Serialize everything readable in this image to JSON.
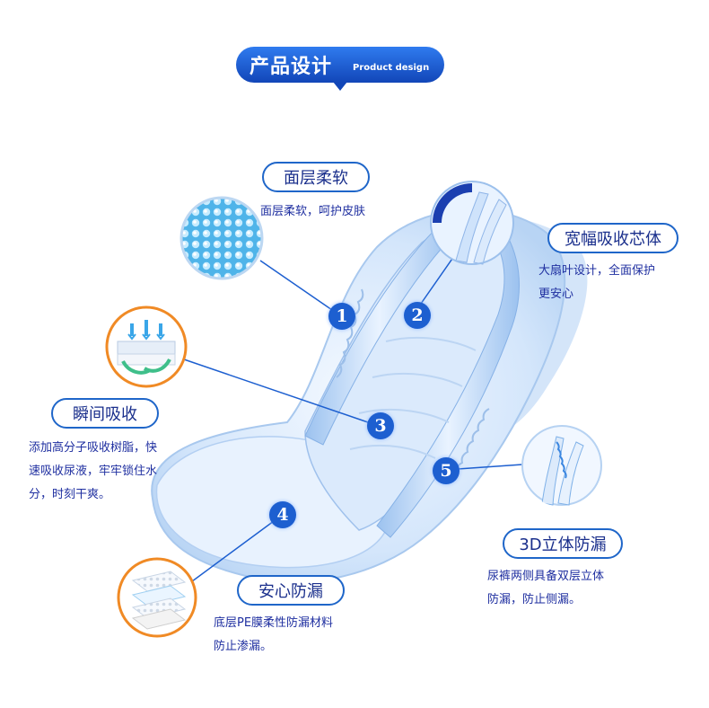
{
  "header": {
    "title": "产品设计",
    "subtitle": "Product design"
  },
  "features": [
    {
      "number": "1",
      "title": "面层柔软",
      "description": [
        "面层柔软，呵护皮肤"
      ]
    },
    {
      "number": "2",
      "title": "宽幅吸收芯体",
      "description": [
        "大扇叶设计，全面保护",
        "更安心"
      ]
    },
    {
      "number": "3",
      "title": "瞬间吸收",
      "description": [
        "添加高分子吸收树脂，快",
        "速吸收尿液，牢牢锁住水",
        "分，时刻干爽。"
      ]
    },
    {
      "number": "4",
      "title": "安心防漏",
      "description": [
        "底层PE膜柔性防漏材料",
        "防止渗漏。"
      ]
    },
    {
      "number": "5",
      "title": "3D立体防漏",
      "description": [
        "尿裤两侧具备双层立体",
        "防漏，防止侧漏。"
      ]
    }
  ],
  "colors": {
    "accent": "#1f66c9",
    "text": "#1f2fa0",
    "banner": "#1a5fd6"
  }
}
